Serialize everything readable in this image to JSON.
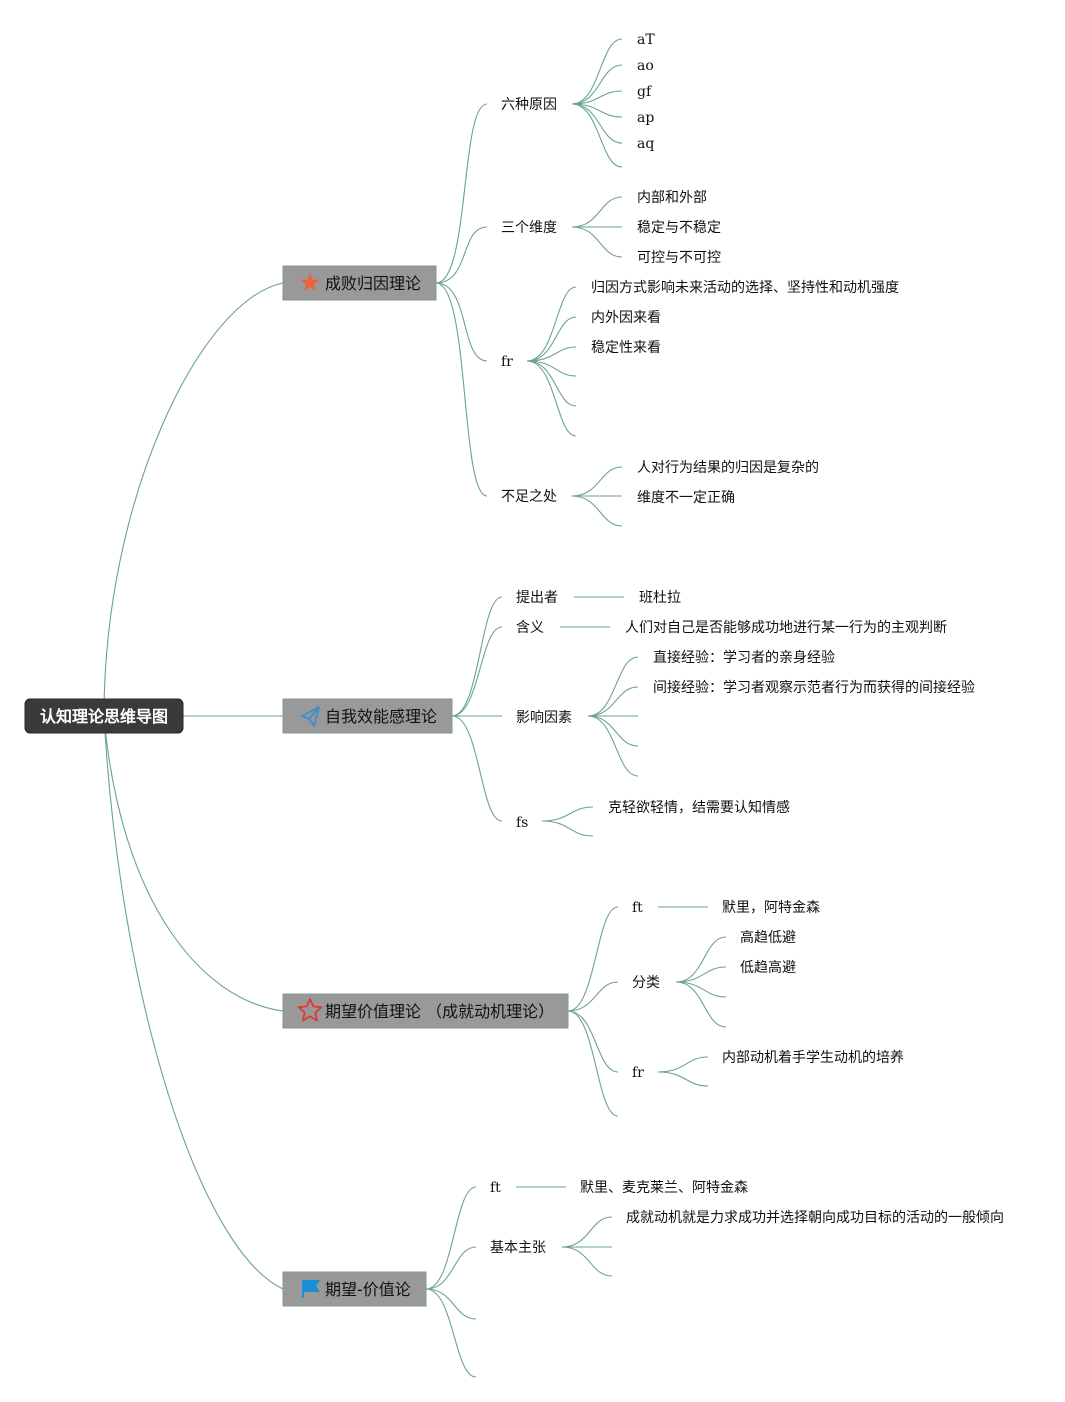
{
  "root": {
    "label": "认知理论思维导图"
  },
  "topics": [
    {
      "label": "成败归因理论",
      "icon": "orange-star-icon",
      "branches": [
        {
          "label": "六种原因",
          "leaves": [
            "aT",
            "ao",
            "gf",
            "ap",
            "aq",
            ""
          ]
        },
        {
          "label": "三个维度",
          "leaves": [
            "内部和外部",
            "稳定与不稳定",
            "可控与不可控"
          ]
        },
        {
          "label": "fr",
          "leaves": [
            "归因方式影响未来活动的选择、坚持性和动机强度",
            "内外因来看",
            "稳定性来看",
            "",
            "",
            ""
          ]
        },
        {
          "label": "不足之处",
          "leaves": [
            "人对行为结果的归因是复杂的",
            "维度不一定正确",
            ""
          ]
        }
      ]
    },
    {
      "label": "自我效能感理论",
      "icon": "paper-plane-icon",
      "branches": [
        {
          "label": "提出者",
          "leaves": [
            "班杜拉"
          ]
        },
        {
          "label": "含义",
          "leaves": [
            "人们对自己是否能够成功地进行某一行为的主观判断"
          ]
        },
        {
          "label": "影响因素",
          "leaves": [
            "直接经验：学习者的亲身经验",
            "间接经验：学习者观察示范者行为而获得的间接经验",
            "",
            "",
            ""
          ]
        },
        {
          "label": "fs",
          "leaves": [
            "克轻欲轻情，结需要认知情感",
            ""
          ]
        }
      ]
    },
    {
      "label": "期望价值理论 （成就动机理论）",
      "icon": "red-star-outline-icon",
      "branches": [
        {
          "label": "ft",
          "leaves": [
            "默里，阿特金森"
          ]
        },
        {
          "label": "分类",
          "leaves": [
            "高趋低避",
            "低趋高避",
            "",
            ""
          ]
        },
        {
          "label": "fr",
          "leaves": [
            "内部动机着手学生动机的培养",
            ""
          ]
        },
        {
          "label": "",
          "leaves": []
        }
      ]
    },
    {
      "label": "期望-价值论",
      "icon": "blue-flag-icon",
      "branches": [
        {
          "label": "ft",
          "leaves": [
            "默里、麦克莱兰、阿特金森"
          ]
        },
        {
          "label": "基本主张",
          "leaves": [
            "成就动机就是力求成功并选择朝向成功目标的活动的一般倾向",
            "",
            ""
          ]
        },
        {
          "label": "",
          "leaves": []
        },
        {
          "label": "",
          "leaves": []
        }
      ]
    }
  ],
  "colors": {
    "link": "#6aa391",
    "root_fill": "#3a3a3a",
    "topic_fill": "#999999",
    "orange_star": "#e8643a",
    "red_star": "#e03a2e",
    "plane": "#3b8fd0",
    "flag": "#1a8fd6"
  }
}
